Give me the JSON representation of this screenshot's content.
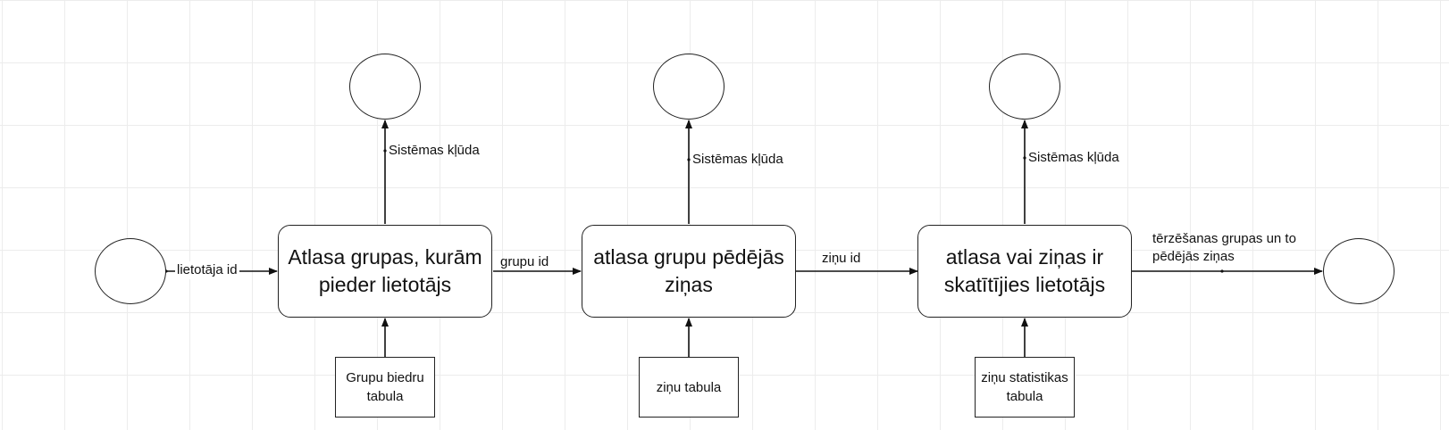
{
  "processes": [
    {
      "label": "Atlasa grupas, kurām pieder lietotājs"
    },
    {
      "label": "atlasa grupu pēdējās ziņas"
    },
    {
      "label": "atlasa vai ziņas ir skatītījies lietotājs"
    }
  ],
  "stores": [
    {
      "label": "Grupu biedru tabula"
    },
    {
      "label": "ziņu tabula"
    },
    {
      "label": "ziņu statistikas tabula"
    }
  ],
  "flows": {
    "input": "lietotāja id",
    "p1_to_p2": "grupu id",
    "p2_to_p3": "ziņu id",
    "output": "tērzēšanas grupas un to pēdējās ziņas",
    "error_1": "Sistēmas kļūda",
    "error_2": "Sistēmas kļūda",
    "error_3": "Sistēmas kļūda"
  },
  "colors": {
    "stroke": "#111111",
    "grid": "#ececec",
    "background": "#ffffff"
  }
}
